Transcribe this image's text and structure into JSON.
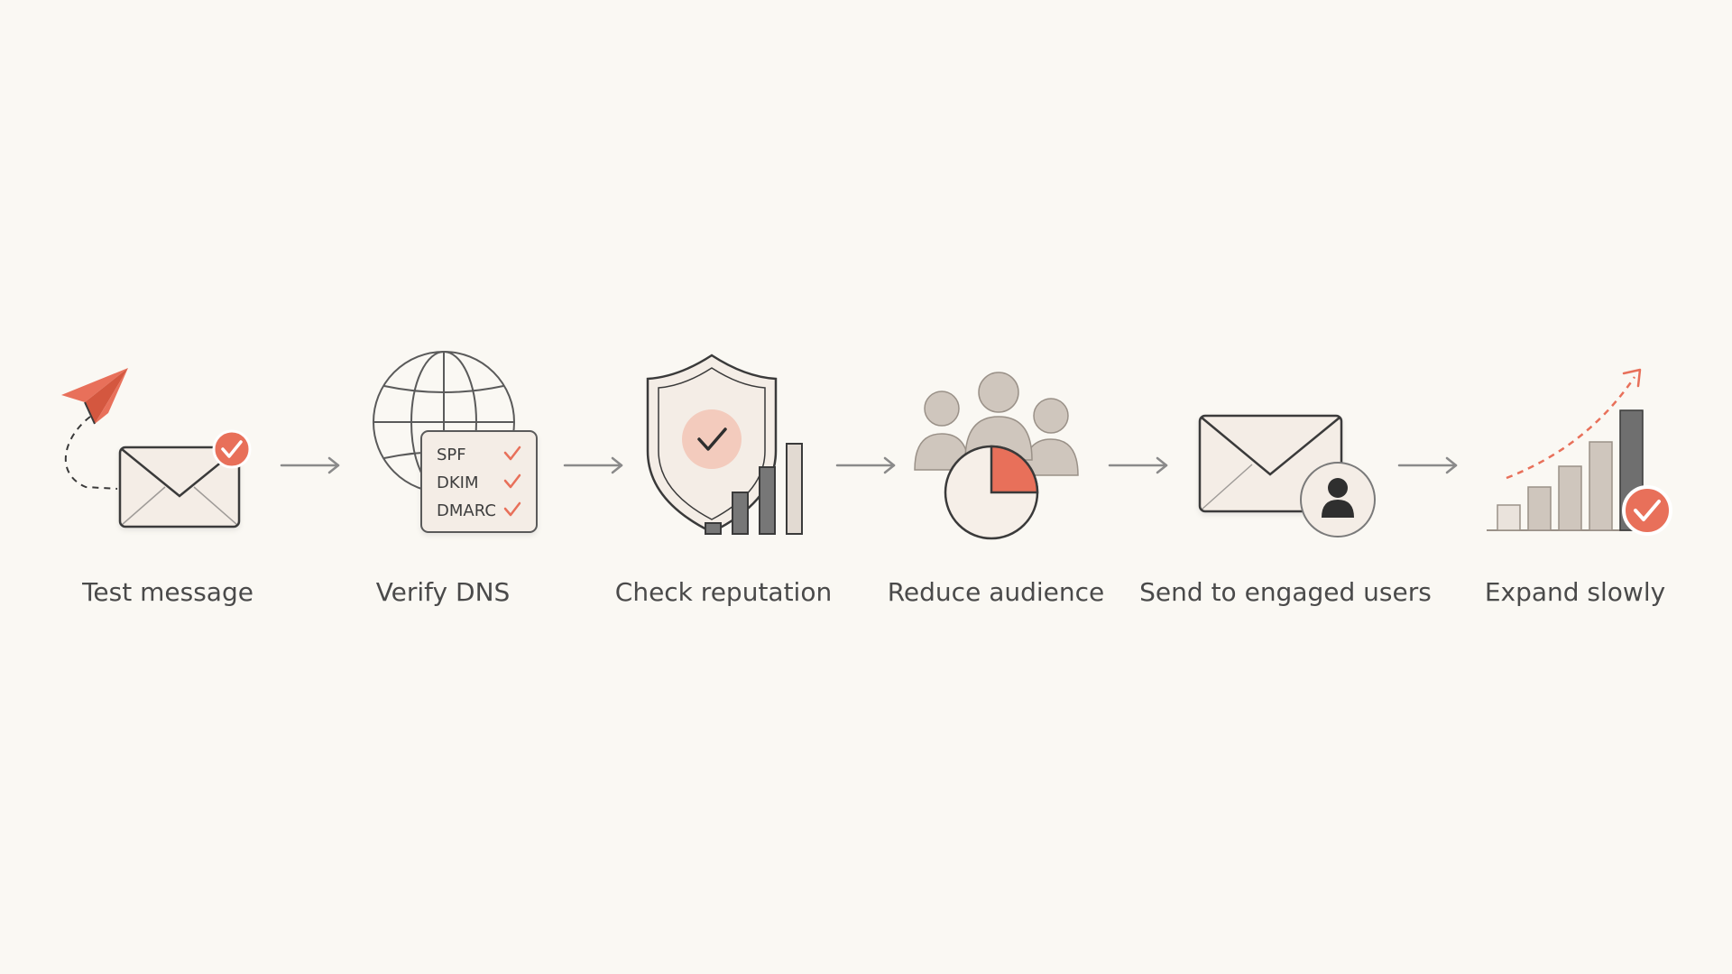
{
  "colors": {
    "background": "#faf8f3",
    "accent": "#e8705a",
    "stroke": "#3a3a3a",
    "muted": "#cfc6bd",
    "label": "#4a4a4a"
  },
  "steps": [
    {
      "label": "Test message",
      "icon": "paper-plane-envelope-icon"
    },
    {
      "label": "Verify DNS",
      "icon": "globe-dns-icon"
    },
    {
      "label": "Check reputation",
      "icon": "shield-reputation-icon"
    },
    {
      "label": "Reduce audience",
      "icon": "audience-pie-icon"
    },
    {
      "label": "Send to engaged users",
      "icon": "envelope-user-icon"
    },
    {
      "label": "Expand slowly",
      "icon": "growth-chart-icon"
    }
  ],
  "dns_records": [
    "SPF",
    "DKIM",
    "DMARC"
  ],
  "connectors": {
    "count": 5,
    "icon": "arrow-right-icon"
  }
}
